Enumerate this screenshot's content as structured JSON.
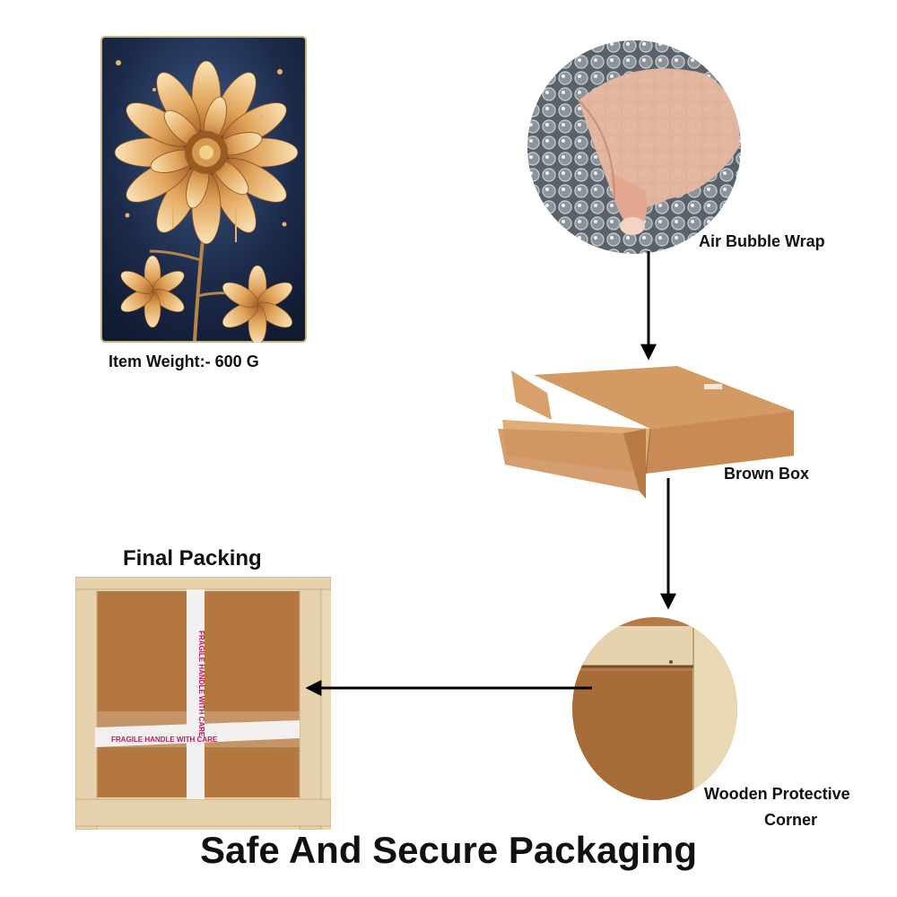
{
  "item": {
    "weight_label": "Item Weight:- 600 G"
  },
  "steps": {
    "bubble_wrap": "Air Bubble Wrap",
    "brown_box": "Brown Box",
    "wooden_corner_line1": "Wooden Protective",
    "wooden_corner_line2": "Corner",
    "final_packing": "Final Packing"
  },
  "tape_text": "FRAGILE HANDLE WITH CARE",
  "footer": {
    "title": "Safe And Secure Packaging"
  },
  "colors": {
    "arrow": "#000000",
    "cardboard": "#c98a55",
    "wood": "#e6d3ad",
    "tape_text": "#c2185b",
    "painting_bg": "#1d2b4a",
    "petal": "#e0a35a"
  }
}
